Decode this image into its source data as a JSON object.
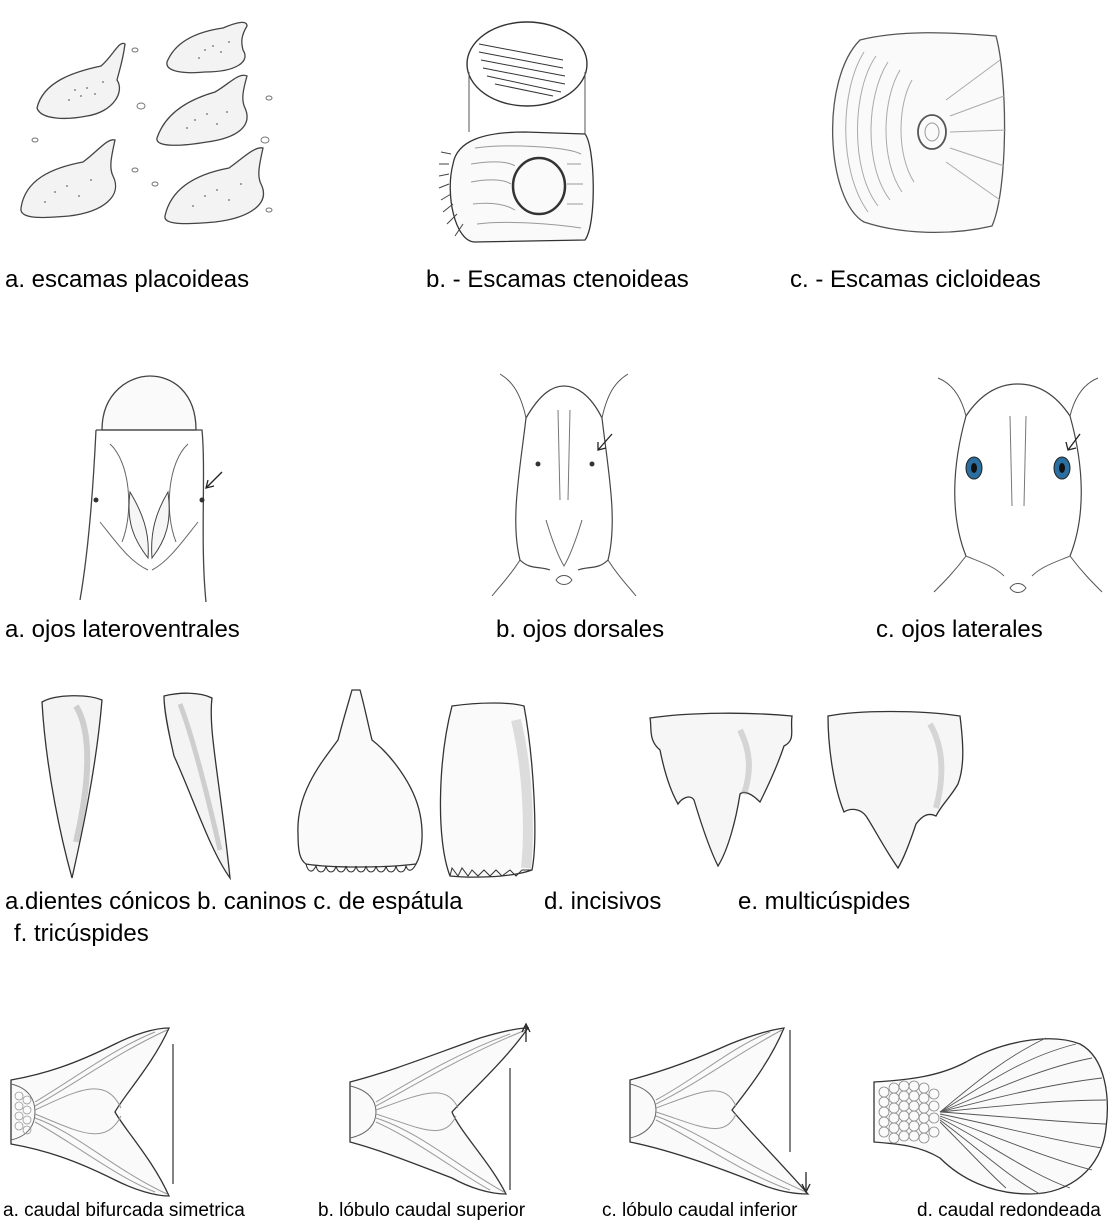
{
  "rows": [
    {
      "id": "escamas",
      "items": [
        {
          "key": "a",
          "caption": "a. escamas placoideas"
        },
        {
          "key": "b",
          "caption": "b. - Escamas ctenoideas"
        },
        {
          "key": "c",
          "caption": "c. - Escamas cicloideas"
        }
      ]
    },
    {
      "id": "ojos",
      "items": [
        {
          "key": "a",
          "caption": "a. ojos lateroventrales"
        },
        {
          "key": "b",
          "caption": "b. ojos dorsales"
        },
        {
          "key": "c",
          "caption": "c. ojos laterales"
        }
      ]
    },
    {
      "id": "dientes",
      "captions": {
        "line1": "a.dientes cónicos b. caninos c. de espátula",
        "line2": "d. incisivos",
        "line3": "e. multicúspides",
        "line4": "f. tricúspides"
      }
    },
    {
      "id": "caudal",
      "items": [
        {
          "key": "a",
          "caption": "a. caudal bifurcada simetrica"
        },
        {
          "key": "b",
          "caption": "b. lóbulo caudal superior"
        },
        {
          "key": "c",
          "caption": "c. lóbulo caudal inferior"
        },
        {
          "key": "d",
          "caption": "d. caudal redondeada"
        }
      ]
    }
  ],
  "colors": {
    "line": "#555555",
    "eye_blue": "#2a6fa0"
  }
}
